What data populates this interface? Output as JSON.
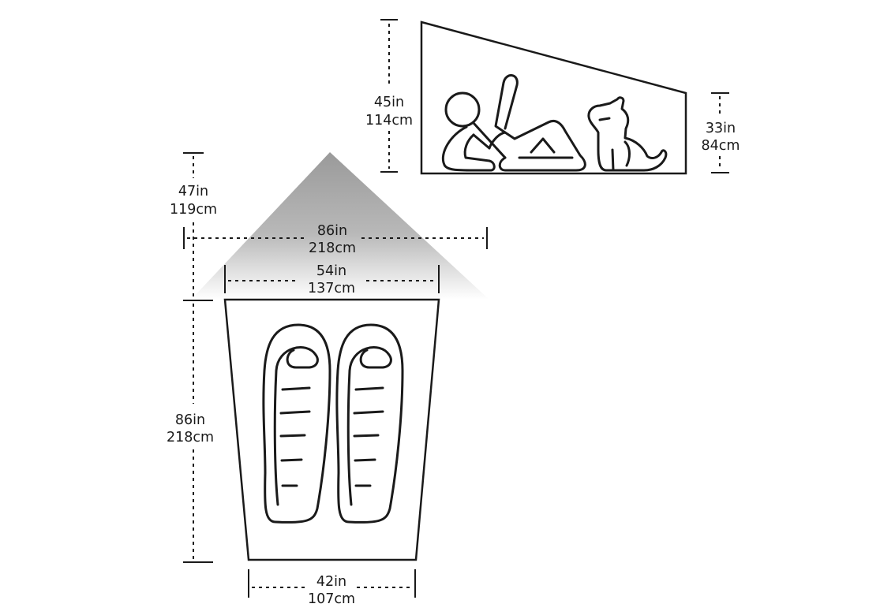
{
  "side_view": {
    "peak_height": {
      "in": "45in",
      "cm": "114cm"
    },
    "foot_height": {
      "in": "33in",
      "cm": "84cm"
    }
  },
  "floor_plan": {
    "vestibule_depth": {
      "in": "47in",
      "cm": "119cm"
    },
    "total_width": {
      "in": "86in",
      "cm": "218cm"
    },
    "head_width": {
      "in": "54in",
      "cm": "137cm"
    },
    "floor_length": {
      "in": "86in",
      "cm": "218cm"
    },
    "foot_width": {
      "in": "42in",
      "cm": "107cm"
    }
  },
  "colors": {
    "line": "#1a1a1a",
    "vestibule": "#9a9a9a"
  }
}
